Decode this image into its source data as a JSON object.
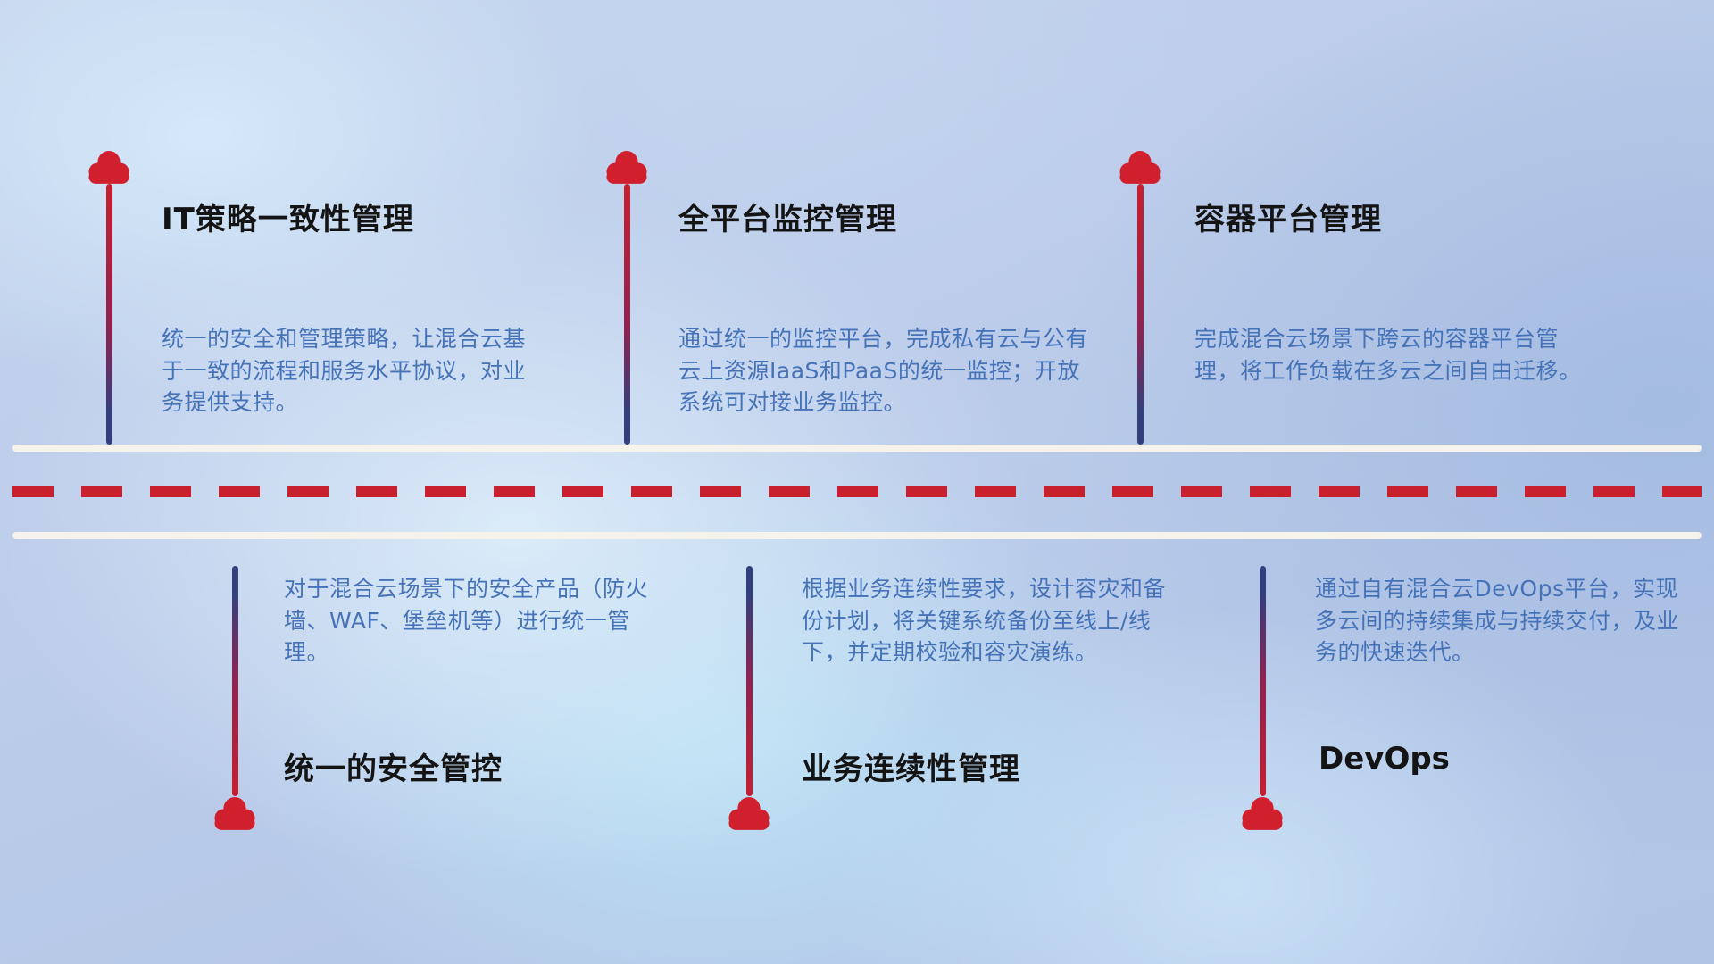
{
  "colors": {
    "cloud_red": "#d0202e",
    "dash_red": "#c8202f",
    "line_red": "#c6202f",
    "line_navy": "#333f7d",
    "title_text": "#141414",
    "desc_text": "#4673b8",
    "road_white": "#f6f3ec"
  },
  "features_top": [
    {
      "title": "IT策略一致性管理",
      "desc": "统一的安全和管理策略，让混合云基于一致的流程和服务水平协议，对业务提供支持。"
    },
    {
      "title": "全平台监控管理",
      "desc": "通过统一的监控平台，完成私有云与公有云上资源IaaS和PaaS的统一监控；开放系统可对接业务监控。"
    },
    {
      "title": "容器平台管理",
      "desc": "完成混合云场景下跨云的容器平台管理，将工作负载在多云之间自由迁移。"
    }
  ],
  "features_bottom": [
    {
      "title": "统一的安全管控",
      "desc": "对于混合云场景下的安全产品（防火墙、WAF、堡垒机等）进行统一管理。"
    },
    {
      "title": "业务连续性管理",
      "desc": "根据业务连续性要求，设计容灾和备份计划，将关键系统备份至线上/线下，并定期校验和容灾演练。"
    },
    {
      "title": "DevOps",
      "desc": "通过自有混合云DevOps平台，实现多云间的持续集成与持续交付，及业务的快速迭代。"
    }
  ]
}
